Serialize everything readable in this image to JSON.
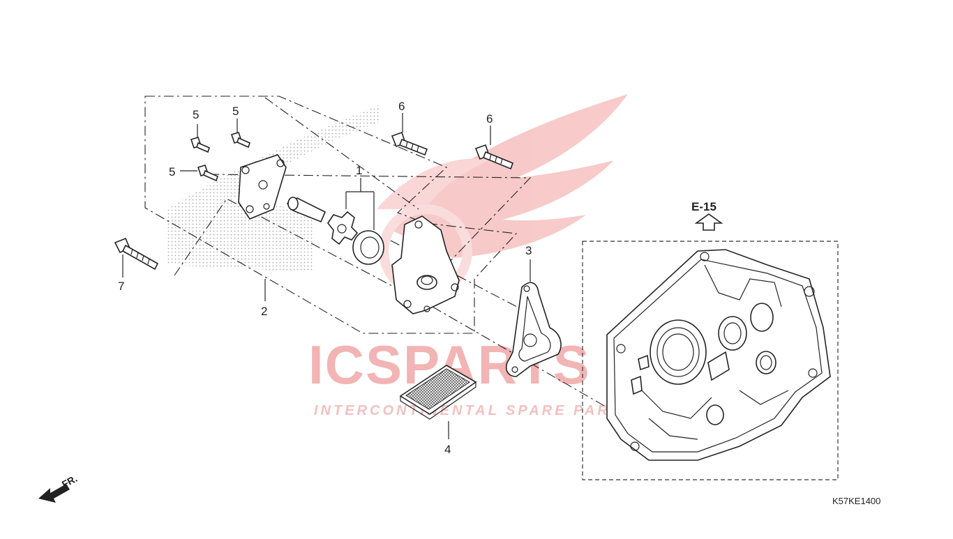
{
  "diagram": {
    "callouts": {
      "c1": "1",
      "c2": "2",
      "c3": "3",
      "c4": "4",
      "c5a": "5",
      "c5b": "5",
      "c5c": "5",
      "c6a": "6",
      "c6b": "6",
      "c7": "7"
    },
    "reference_label": "E-15",
    "diagram_code": "K57KE1400",
    "direction_label": "FR."
  },
  "watermark": {
    "brand": "ICSPARTS",
    "tagline": "INTERCONTINENTAL SPARE PARTS",
    "color": "#e85a5a"
  },
  "colors": {
    "line": "#222222",
    "background": "#ffffff"
  }
}
